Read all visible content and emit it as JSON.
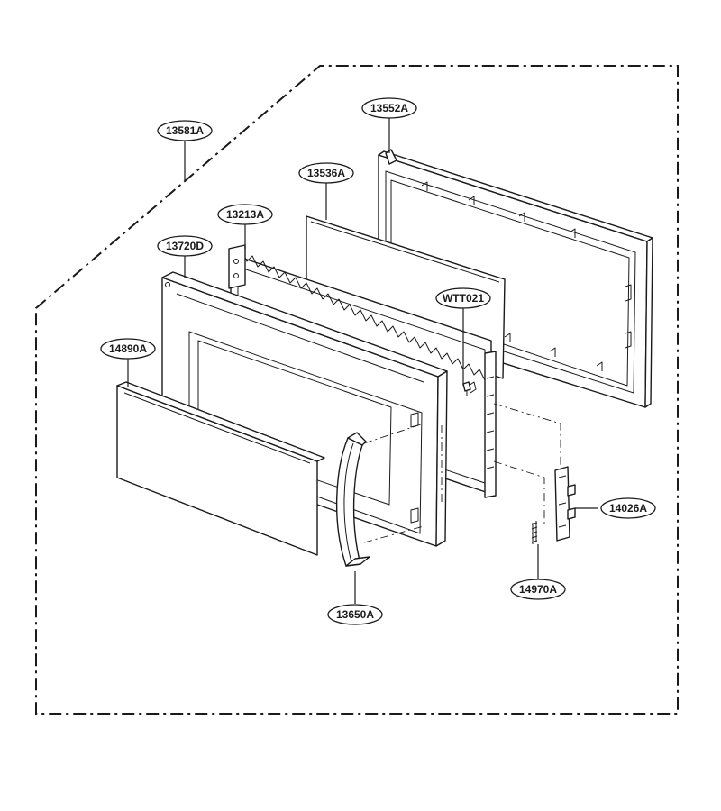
{
  "diagram": {
    "callouts": {
      "door_assembly": "13581A",
      "outer_frame": "13552A",
      "glass_panel": "13536A",
      "shield_plate": "13213A",
      "door_frame": "13720D",
      "front_panel": "14890A",
      "screw": "WTT021",
      "latch": "14026A",
      "spring": "14970A",
      "handle": "13650A"
    }
  }
}
